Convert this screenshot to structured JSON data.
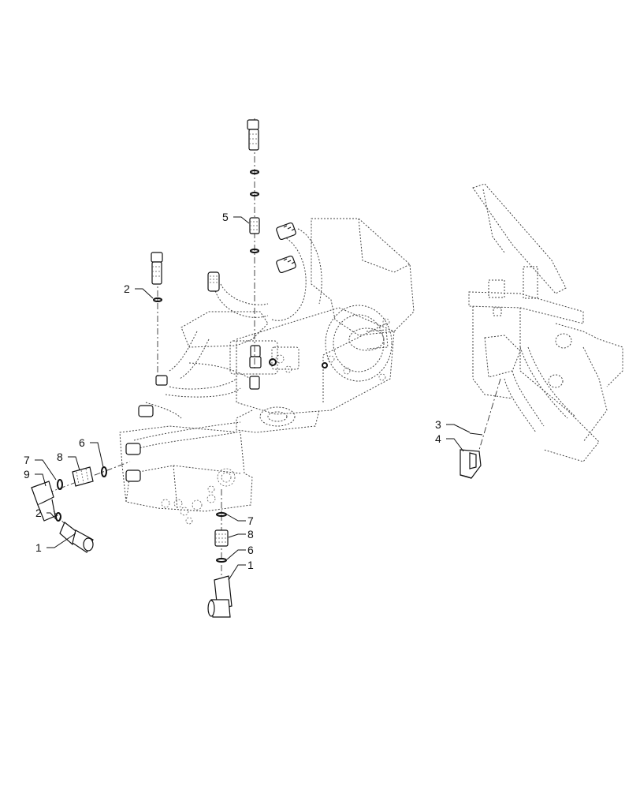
{
  "diagram": {
    "callouts": [
      {
        "id": "c5",
        "text": "5"
      },
      {
        "id": "c2a",
        "text": "2"
      },
      {
        "id": "c6a",
        "text": "6"
      },
      {
        "id": "c7a",
        "text": "7"
      },
      {
        "id": "c8a",
        "text": "8"
      },
      {
        "id": "c9",
        "text": "9"
      },
      {
        "id": "c2b",
        "text": "2"
      },
      {
        "id": "c1a",
        "text": "1"
      },
      {
        "id": "c7b",
        "text": "7"
      },
      {
        "id": "c8b",
        "text": "8"
      },
      {
        "id": "c6b",
        "text": "6"
      },
      {
        "id": "c1b",
        "text": "1"
      },
      {
        "id": "c3",
        "text": "3"
      },
      {
        "id": "c4",
        "text": "4"
      }
    ]
  }
}
